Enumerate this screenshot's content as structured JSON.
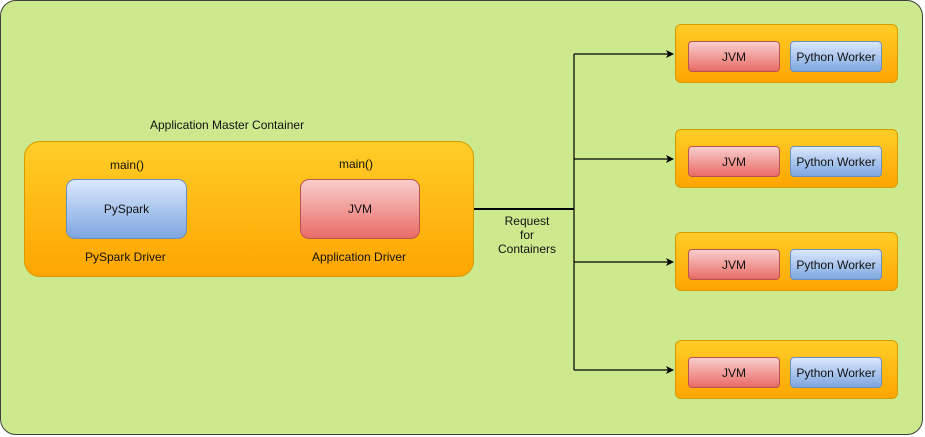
{
  "diagram": {
    "master": {
      "title": "Application Master Container",
      "pyspark": {
        "function": "main()",
        "node": "PySpark",
        "caption": "PySpark Driver"
      },
      "jvm": {
        "function": "main()",
        "node": "JVM",
        "caption": "Application Driver"
      }
    },
    "request": {
      "line1": "Request",
      "line2": "for",
      "line3": "Containers"
    },
    "workers": [
      {
        "jvm": "JVM",
        "python": "Python Worker"
      },
      {
        "jvm": "JVM",
        "python": "Python Worker"
      },
      {
        "jvm": "JVM",
        "python": "Python Worker"
      },
      {
        "jvm": "JVM",
        "python": "Python Worker"
      }
    ],
    "colors": {
      "background": "#cde98e",
      "container_top": "#ffcd28",
      "container_bottom": "#ffa500",
      "container_border": "#d79b00",
      "blue_node_top": "#dae8fc",
      "blue_node_bottom": "#7ea6e0",
      "red_node_top": "#f8cecc",
      "red_node_bottom": "#ea6b66",
      "wire": "#000000"
    }
  }
}
